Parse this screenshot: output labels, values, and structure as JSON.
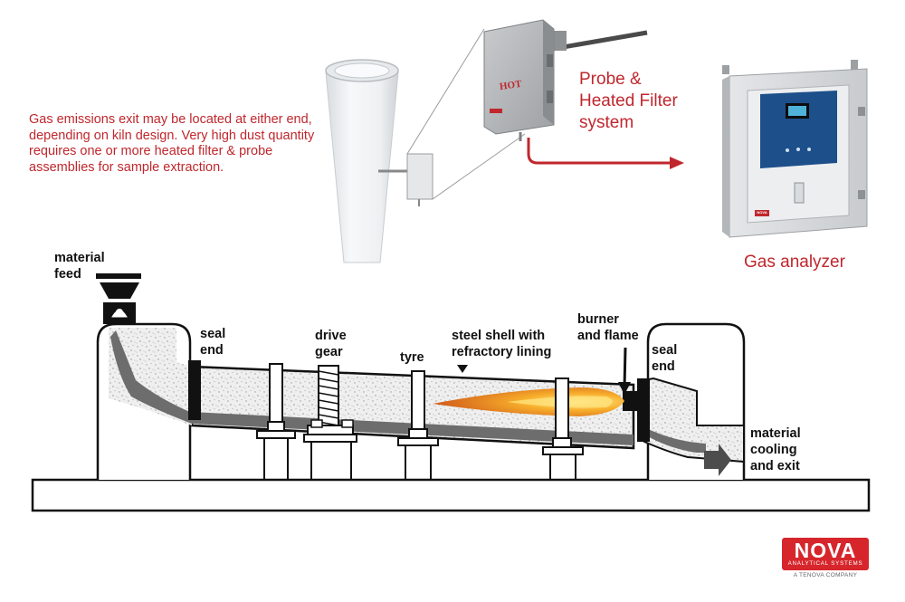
{
  "note": "Gas emissions exit may be located at either end, depending on kiln design. Very high dust quantity requires one or more heated filter & probe assemblies for sample extraction.",
  "probe_label": [
    "Probe &",
    "Heated Filter",
    "system"
  ],
  "analyzer_label": "Gas analyzer",
  "hot_text": "HOT",
  "analyzer_brand": "NOVA",
  "labels": {
    "material_feed": [
      "material",
      "feed"
    ],
    "seal_end_left": [
      "seal",
      "end"
    ],
    "drive_gear": [
      "drive",
      "gear"
    ],
    "tyre": "tyre",
    "steel_shell": [
      "steel shell with",
      "refractory lining"
    ],
    "burner_flame": [
      "burner",
      "and flame"
    ],
    "seal_end_right": [
      "seal",
      "end"
    ],
    "material_exit": [
      "material",
      "cooling",
      "and exit"
    ]
  },
  "logo": {
    "name": "NOVA",
    "subtitle": "ANALYTICAL SYSTEMS",
    "tagline": "A TENOVA COMPANY"
  },
  "colors": {
    "accent_red": "#c0272d",
    "analyzer_panel": "#1d4f8a",
    "flame": "#f6a623"
  }
}
